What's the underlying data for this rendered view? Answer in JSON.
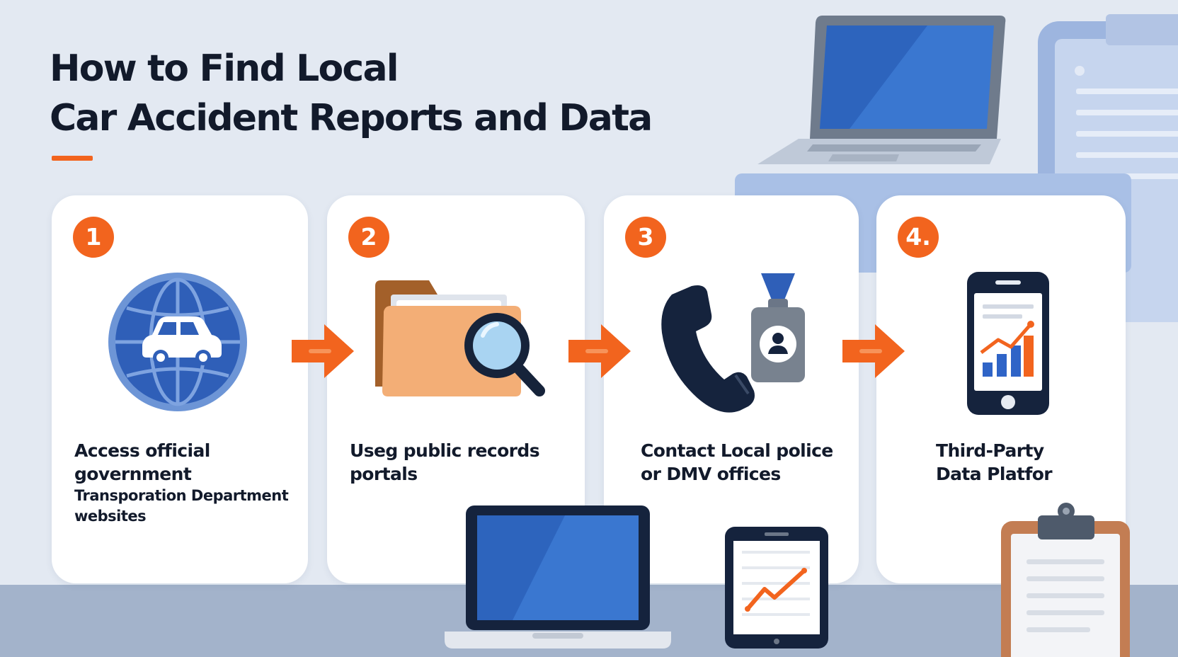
{
  "title": {
    "line1": "How to Find Local",
    "line2": "Car Accident Reports and Data"
  },
  "steps": [
    {
      "number": "1",
      "icon": "globe-car-icon",
      "lines": [
        "Access official",
        "government",
        "Transporation Department",
        "websites"
      ]
    },
    {
      "number": "2",
      "icon": "folder-search-icon",
      "lines": [
        "Useg public records",
        "portals"
      ]
    },
    {
      "number": "3",
      "icon": "phone-badge-icon",
      "lines": [
        "Contact Local police",
        "or DMV offices"
      ]
    },
    {
      "number": "4.",
      "icon": "phone-chart-icon",
      "lines": [
        "Third-Party",
        "Data Platfor"
      ]
    }
  ],
  "colors": {
    "accent": "#f2641e",
    "background": "#e3e9f2",
    "dark": "#121a2b",
    "blue": "#2f64c7"
  }
}
